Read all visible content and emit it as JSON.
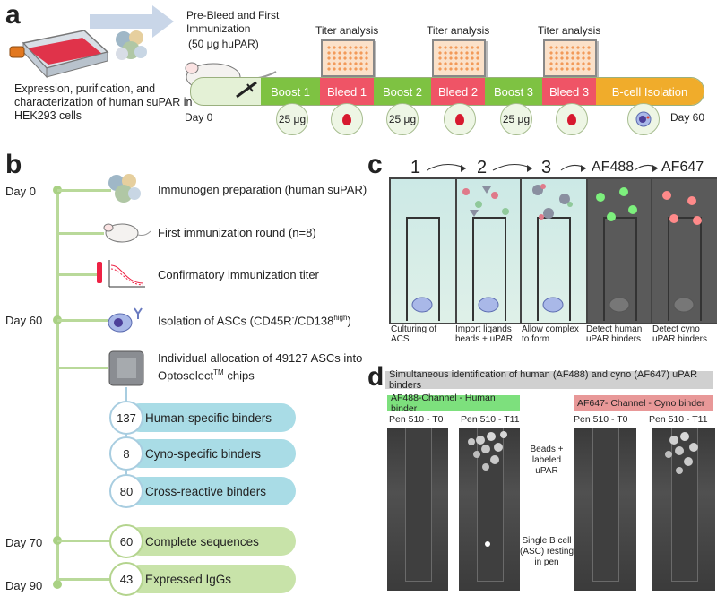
{
  "panels": {
    "a": {
      "letter": "a",
      "expression_text": "Expression, purification, and characterization of human suPAR in HEK293 cells",
      "prebleed_text": "Pre-Bleed and First Immunization",
      "dose_text": "(50 μg huPAR)",
      "titer_label": "Titer analysis",
      "segments": [
        "Boost 1",
        "Bleed 1",
        "Boost 2",
        "Bleed 2",
        "Boost 3",
        "Bleed 3",
        "B-cell Isolation"
      ],
      "boost_dose": "25 μg",
      "day_start": "Day 0",
      "day_end": "Day 60"
    },
    "b": {
      "letter": "b",
      "days": [
        "Day 0",
        "Day 60",
        "Day 70",
        "Day 90"
      ],
      "steps": [
        "Immunogen preparation (human suPAR)",
        "First immunization round (n=8)",
        "Confirmatory immunization titer",
        "Isolation of ASCs (CD45R",
        "Individual allocation of 49127 ASCs into",
        "Optoselect",
        "chips"
      ],
      "asc_sup1": "-",
      "asc_mid": "/CD138",
      "asc_sup2": "high",
      "asc_end": ")",
      "tm": "TM",
      "binders": [
        {
          "count": "137",
          "label": "Human-specific binders"
        },
        {
          "count": "8",
          "label": "Cyno-specific binders"
        },
        {
          "count": "80",
          "label": "Cross-reactive binders"
        }
      ],
      "results": [
        {
          "count": "60",
          "label": "Complete sequences"
        },
        {
          "count": "43",
          "label": "Expressed IgGs"
        }
      ]
    },
    "c": {
      "letter": "c",
      "headers": [
        "1",
        "2",
        "3",
        "AF488",
        "AF647"
      ],
      "captions": [
        "Culturing of ACS",
        "Import ligands beads + uPAR",
        "Allow complex to form",
        "Detect human uPAR binders",
        "Detect cyno uPAR binders"
      ]
    },
    "d": {
      "letter": "d",
      "title": "Simultaneous identification of human (AF488) and cyno (AF647) uPAR binders",
      "channel_green": "AF488-Channel - Human binder",
      "channel_red": "AF647- Channel - Cyno binder",
      "pen_labels": [
        "Pen 510 - T0",
        "Pen 510 - T11",
        "Pen 510 - T0",
        "Pen 510 - T11"
      ],
      "beads_label": "Beads + labeled uPAR",
      "bcell_label": "Single B cell (ASC) resting in pen"
    }
  },
  "colors": {
    "boost": "#7ec242",
    "bleed": "#ef5466",
    "bcell": "#f0ac2b",
    "timeline_line": "#b9d99a",
    "blue_pill": "#a9dce6",
    "green_pill": "#c8e3a9",
    "green_channel": "#7de07d",
    "red_channel": "#e89898"
  }
}
